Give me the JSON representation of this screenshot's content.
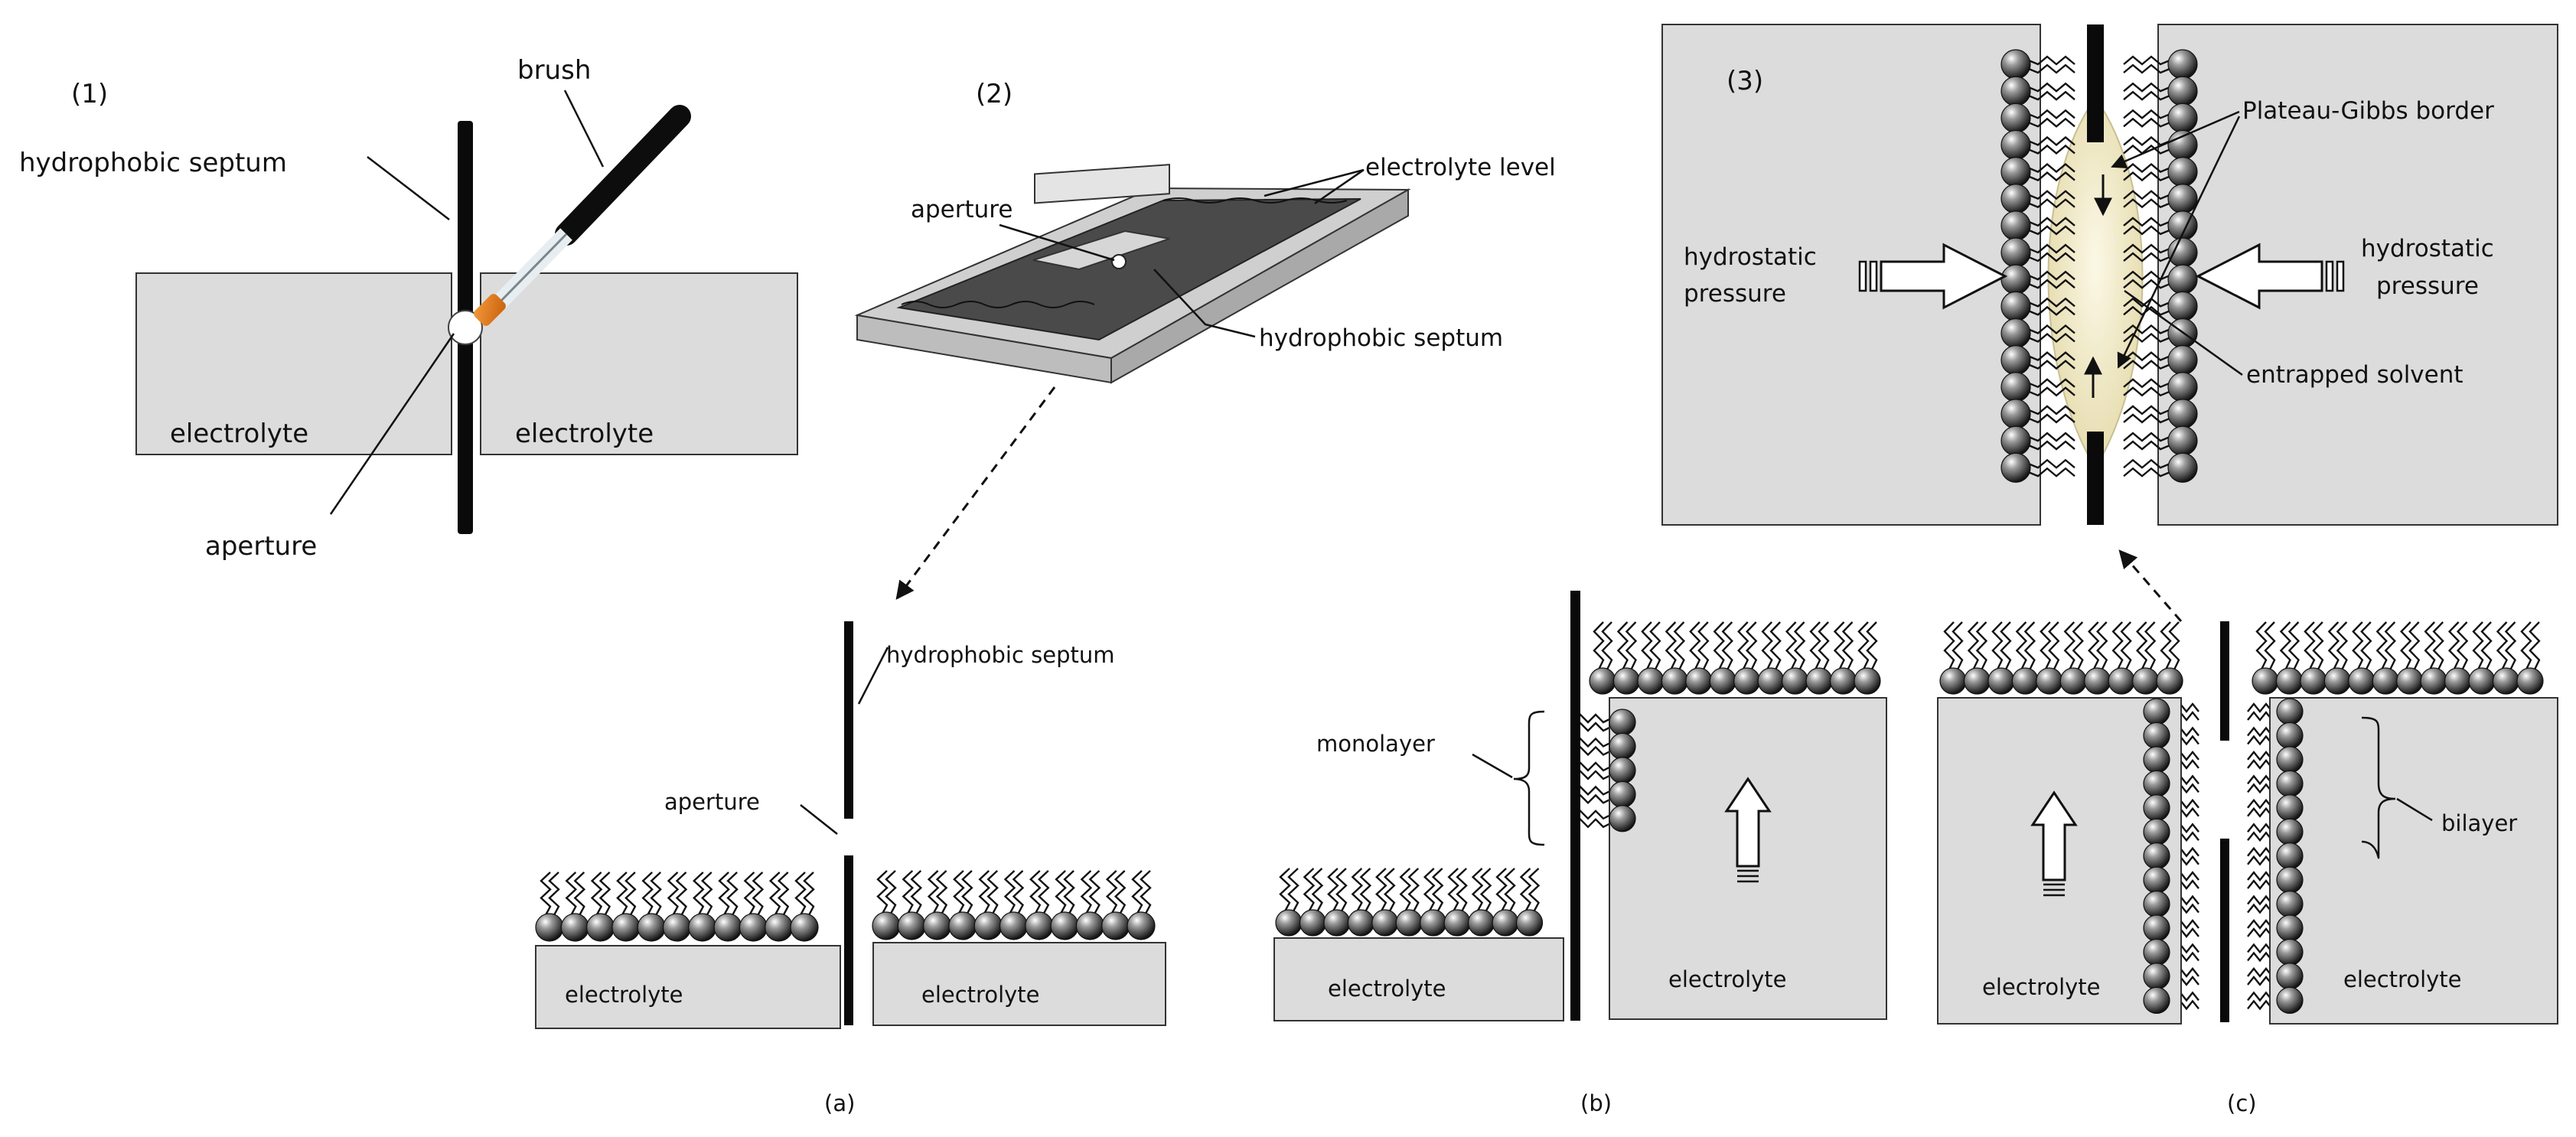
{
  "panel_1": {
    "number": "(1)",
    "septum_label": "hydrophobic septum",
    "brush_label": "brush",
    "left_label": "electrolyte",
    "right_label": "electrolyte",
    "aperture_label": "aperture"
  },
  "panel_2": {
    "number": "(2)",
    "aperture_label": "aperture",
    "level_label": "electrolyte level",
    "septum_label": "hydrophobic septum"
  },
  "panel_3": {
    "number": "(3)",
    "border_label": "Plateau-Gibbs border",
    "pressure_left_line1": "hydrostatic",
    "pressure_left_line2": "pressure",
    "pressure_right_line1": "hydrostatic",
    "pressure_right_line2": "pressure",
    "solvent_label": "entrapped solvent"
  },
  "panel_a": {
    "caption": "(a)",
    "septum_label": "hydrophobic septum",
    "aperture_label": "aperture",
    "left_label": "electrolyte",
    "right_label": "electrolyte"
  },
  "panel_b": {
    "caption": "(b)",
    "monolayer_label": "monolayer",
    "left_label": "electrolyte",
    "right_label": "electrolyte"
  },
  "panel_c": {
    "caption": "(c)",
    "bilayer_label": "bilayer",
    "left_label": "electrolyte",
    "right_label": "electrolyte"
  },
  "colors": {
    "electrolyte_fill": "#dcdcdc",
    "septum": "#0a0a0a",
    "brush_tip": "#e07a1f",
    "solvent": "#efe8c8"
  }
}
